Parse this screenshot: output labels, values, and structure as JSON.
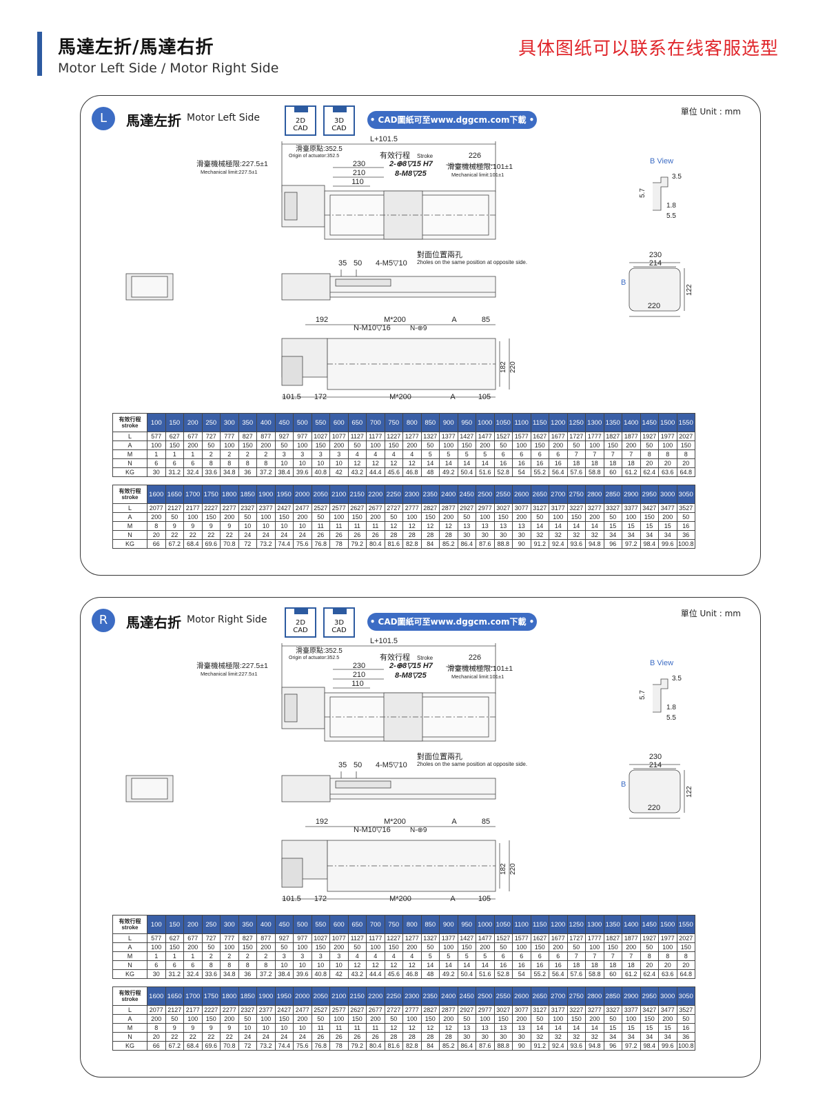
{
  "header": {
    "title_zh": "馬達左折/馬達右折",
    "title_en": "Motor Left Side / Motor Right Side",
    "note_red": "具体图纸可以联系在线客服选型"
  },
  "common": {
    "cad_2d": "2D",
    "cad_3d": "3D",
    "cad_word": "CAD",
    "cad_link": "• CAD圖紙可至www.dggcm.com下載 •",
    "unit": "單位 Unit : mm"
  },
  "sections": [
    {
      "badge": "L",
      "title_zh": "馬達左折",
      "title_en": "Motor Left Side"
    },
    {
      "badge": "R",
      "title_zh": "馬達右折",
      "title_en": "Motor Right Side"
    }
  ],
  "dims": {
    "total": "L+101.5",
    "origin": "滑臺原點:352.5",
    "origin_en": "Origin of actuator:352.5",
    "stroke": "有效行程",
    "stroke_en": "Stroke",
    "d226": "226",
    "mech_left": "滑臺機械極限:227.5±1",
    "mech_left_en": "Mechanical limit:227.5±1",
    "mech_right": "滑臺機械極限:101±1",
    "mech_right_en": "Mechanical limit:101±1",
    "d230": "230",
    "d210": "210",
    "d110": "110",
    "hole1": "2-⊕8▽15 H7",
    "hole2": "8-M8▽25",
    "b_view": "B View",
    "d3_5": "3.5",
    "d5_7": "5.7",
    "d1_8": "1.8",
    "d5_5": "5.5",
    "opp_holes": "對面位置兩孔",
    "opp_holes_en": "2holes on the same position at opposite side.",
    "d35": "35",
    "d50": "50",
    "m5": "4-M5▽10",
    "e230": "230",
    "e214": "214",
    "e122": "122",
    "e220": "220",
    "b": "B",
    "d192": "192",
    "m200": "M*200",
    "a": "A",
    "d85": "85",
    "nm10": "N-M10▽16",
    "n9": "N-⊕9",
    "d182": "182",
    "d220b": "220",
    "d101_5": "101.5",
    "d172": "172",
    "d105": "105"
  },
  "table": {
    "stroke_label_zh": "有效行程",
    "stroke_label_en": "stroke",
    "row_labels": [
      "L",
      "A",
      "M",
      "N",
      "KG"
    ],
    "part1": {
      "stroke": [
        "100",
        "150",
        "200",
        "250",
        "300",
        "350",
        "400",
        "450",
        "500",
        "550",
        "600",
        "650",
        "700",
        "750",
        "800",
        "850",
        "900",
        "950",
        "1000",
        "1050",
        "1100",
        "1150",
        "1200",
        "1250",
        "1300",
        "1350",
        "1400",
        "1450",
        "1500",
        "1550"
      ],
      "L": [
        "577",
        "627",
        "677",
        "727",
        "777",
        "827",
        "877",
        "927",
        "977",
        "1027",
        "1077",
        "1127",
        "1177",
        "1227",
        "1277",
        "1327",
        "1377",
        "1427",
        "1477",
        "1527",
        "1577",
        "1627",
        "1677",
        "1727",
        "1777",
        "1827",
        "1877",
        "1927",
        "1977",
        "2027"
      ],
      "A": [
        "100",
        "150",
        "200",
        "50",
        "100",
        "150",
        "200",
        "50",
        "100",
        "150",
        "200",
        "50",
        "100",
        "150",
        "200",
        "50",
        "100",
        "150",
        "200",
        "50",
        "100",
        "150",
        "200",
        "50",
        "100",
        "150",
        "200",
        "50",
        "100",
        "150"
      ],
      "M": [
        "1",
        "1",
        "1",
        "2",
        "2",
        "2",
        "2",
        "3",
        "3",
        "3",
        "3",
        "4",
        "4",
        "4",
        "4",
        "5",
        "5",
        "5",
        "5",
        "6",
        "6",
        "6",
        "6",
        "7",
        "7",
        "7",
        "7",
        "8",
        "8",
        "8"
      ],
      "N": [
        "6",
        "6",
        "6",
        "8",
        "8",
        "8",
        "8",
        "10",
        "10",
        "10",
        "10",
        "12",
        "12",
        "12",
        "12",
        "14",
        "14",
        "14",
        "14",
        "16",
        "16",
        "16",
        "16",
        "18",
        "18",
        "18",
        "18",
        "20",
        "20",
        "20"
      ],
      "KG": [
        "30",
        "31.2",
        "32.4",
        "33.6",
        "34.8",
        "36",
        "37.2",
        "38.4",
        "39.6",
        "40.8",
        "42",
        "43.2",
        "44.4",
        "45.6",
        "46.8",
        "48",
        "49.2",
        "50.4",
        "51.6",
        "52.8",
        "54",
        "55.2",
        "56.4",
        "57.6",
        "58.8",
        "60",
        "61.2",
        "62.4",
        "63.6",
        "64.8"
      ]
    },
    "part2": {
      "stroke": [
        "1600",
        "1650",
        "1700",
        "1750",
        "1800",
        "1850",
        "1900",
        "1950",
        "2000",
        "2050",
        "2100",
        "2150",
        "2200",
        "2250",
        "2300",
        "2350",
        "2400",
        "2450",
        "2500",
        "2550",
        "2600",
        "2650",
        "2700",
        "2750",
        "2800",
        "2850",
        "2900",
        "2950",
        "3000",
        "3050"
      ],
      "L": [
        "2077",
        "2127",
        "2177",
        "2227",
        "2277",
        "2327",
        "2377",
        "2427",
        "2477",
        "2527",
        "2577",
        "2627",
        "2677",
        "2727",
        "2777",
        "2827",
        "2877",
        "2927",
        "2977",
        "3027",
        "3077",
        "3127",
        "3177",
        "3227",
        "3277",
        "3327",
        "3377",
        "3427",
        "3477",
        "3527"
      ],
      "A": [
        "200",
        "50",
        "100",
        "150",
        "200",
        "50",
        "100",
        "150",
        "200",
        "50",
        "100",
        "150",
        "200",
        "50",
        "100",
        "150",
        "200",
        "50",
        "100",
        "150",
        "200",
        "50",
        "100",
        "150",
        "200",
        "50",
        "100",
        "150",
        "200",
        "50"
      ],
      "M": [
        "8",
        "9",
        "9",
        "9",
        "9",
        "10",
        "10",
        "10",
        "10",
        "11",
        "11",
        "11",
        "11",
        "12",
        "12",
        "12",
        "12",
        "13",
        "13",
        "13",
        "13",
        "14",
        "14",
        "14",
        "14",
        "15",
        "15",
        "15",
        "15",
        "16"
      ],
      "N": [
        "20",
        "22",
        "22",
        "22",
        "22",
        "24",
        "24",
        "24",
        "24",
        "26",
        "26",
        "26",
        "26",
        "28",
        "28",
        "28",
        "28",
        "30",
        "30",
        "30",
        "30",
        "32",
        "32",
        "32",
        "32",
        "34",
        "34",
        "34",
        "34",
        "36"
      ],
      "KG": [
        "66",
        "67.2",
        "68.4",
        "69.6",
        "70.8",
        "72",
        "73.2",
        "74.4",
        "75.6",
        "76.8",
        "78",
        "79.2",
        "80.4",
        "81.6",
        "82.8",
        "84",
        "85.2",
        "86.4",
        "87.6",
        "88.8",
        "90",
        "91.2",
        "92.4",
        "93.6",
        "94.8",
        "96",
        "97.2",
        "98.4",
        "99.6",
        "100.8"
      ]
    }
  }
}
